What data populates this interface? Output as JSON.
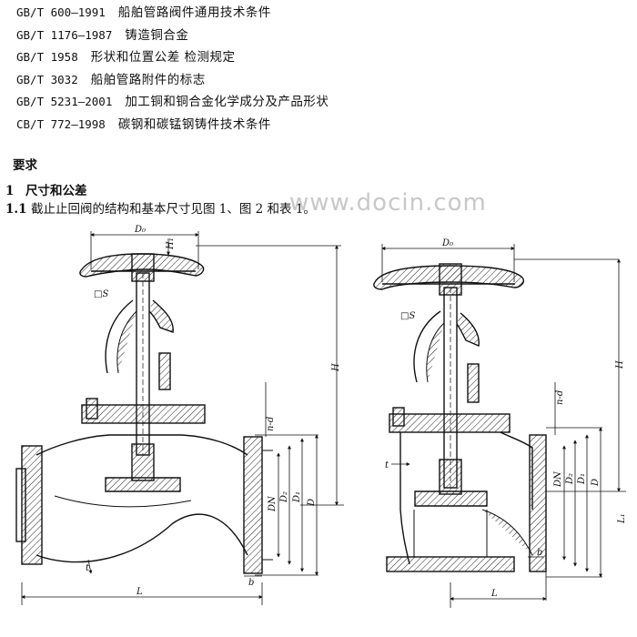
{
  "references": [
    {
      "code": "GB/T 600—1991",
      "title": "船舶管路阀件通用技术条件"
    },
    {
      "code": "GB/T 1176—1987",
      "title": "铸造铜合金"
    },
    {
      "code": "GB/T 1958",
      "title": "形状和位置公差  检测规定"
    },
    {
      "code": "GB/T 3032",
      "title": "船舶管路附件的标志"
    },
    {
      "code": "GB/T 5231—2001",
      "title": "加工铜和铜合金化学成分及产品形状"
    },
    {
      "code": "CB/T 772—1998",
      "title": "碳钢和碳锰钢铸件技术条件"
    }
  ],
  "section_requirements": "要求",
  "section_1": {
    "num": "1",
    "title": "尺寸和公差"
  },
  "section_1_1": {
    "num": "1.1",
    "text": "截止止回阀的结构和基本尺寸见图 1、图 2 和表 1。"
  },
  "watermark": "www.docin.com",
  "figure1_labels": {
    "d0": "D₀",
    "h": "H",
    "s": "□S",
    "h1": "H₁",
    "ndf": "n-d",
    "dn": "DN",
    "d2": "D₂",
    "d1": "D₁",
    "d": "D",
    "t": "t",
    "b": "b",
    "l": "L"
  },
  "figure2_labels": {
    "d0": "D₀",
    "h": "H",
    "s": "□S",
    "ndf": "n-d",
    "dn": "DN",
    "d2": "D₂",
    "d1": "D₁",
    "d": "D",
    "t": "t",
    "b": "b",
    "l": "L",
    "l1": "L₁"
  }
}
